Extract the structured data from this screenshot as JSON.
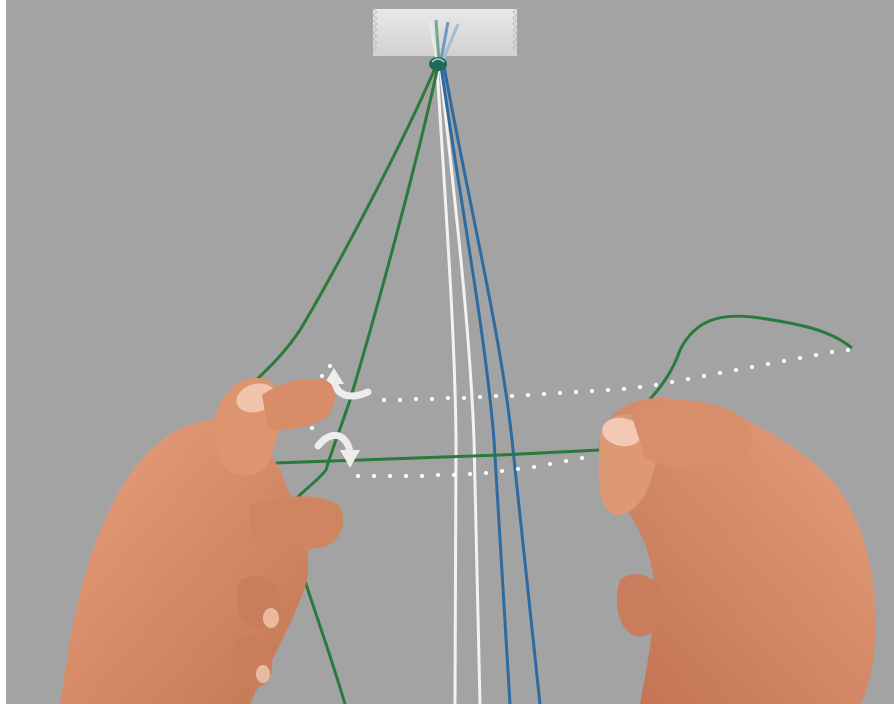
{
  "scene": {
    "background_color": "#a3a3a3",
    "tape_color": "#e6e6e6",
    "knot_color": "#1f6a58",
    "strings": [
      {
        "name": "green-string",
        "color": "#2a7a3c"
      },
      {
        "name": "white-string",
        "color": "#f2f2f2"
      },
      {
        "name": "blue-string",
        "color": "#2d6aa0"
      }
    ],
    "skin_color": "#d98f6c",
    "guide_color": "#ffffff",
    "icons": [
      "tape-strip",
      "knot",
      "left-hand",
      "right-hand",
      "curved-up-arrow-icon",
      "curved-down-arrow-icon",
      "dotted-guide-line"
    ]
  }
}
